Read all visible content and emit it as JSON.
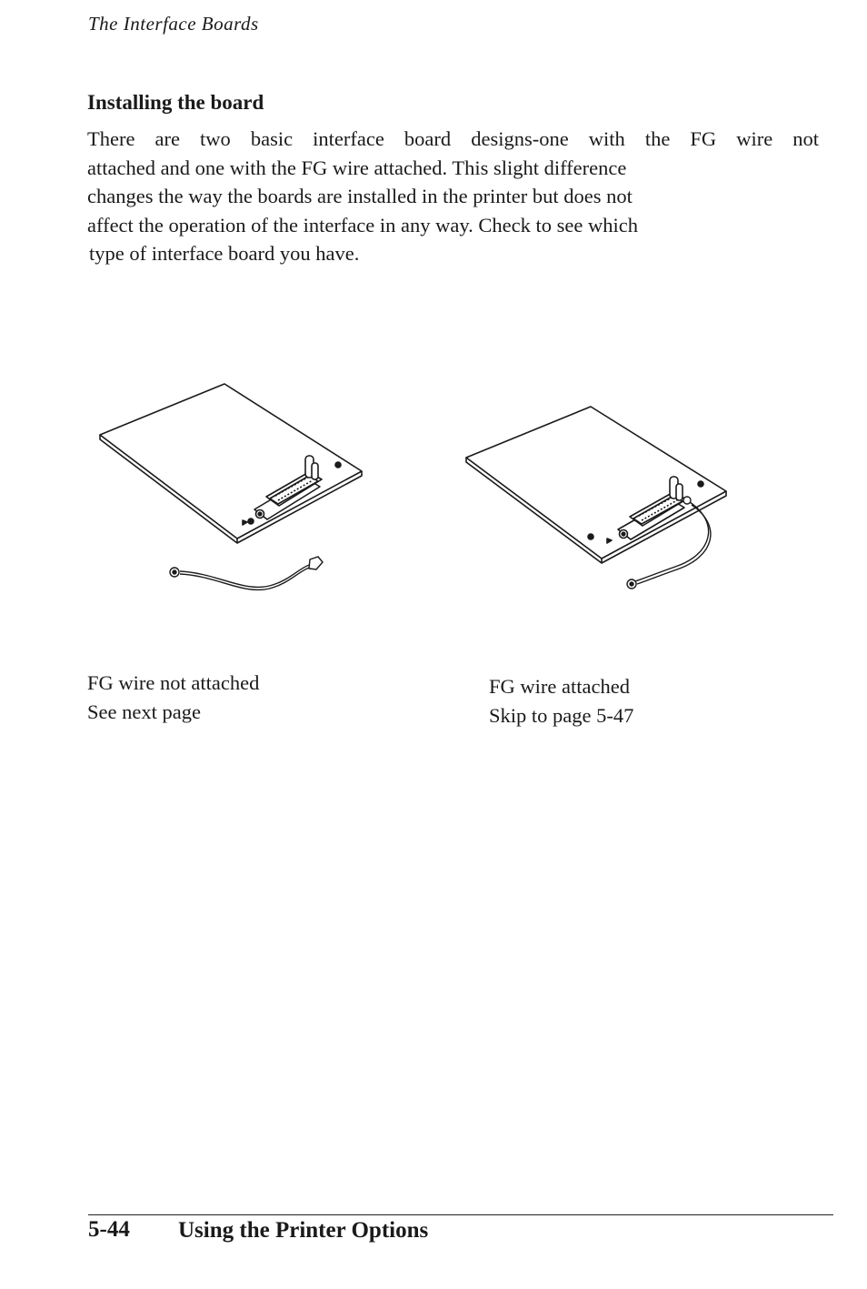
{
  "header": {
    "running_title": "The Interface Boards"
  },
  "section": {
    "heading": "Installing the board",
    "lines": [
      "There are two basic interface board designs-one with the FG wire not",
      "attached and one with the FG wire attached. This slight difference",
      "changes the way the boards are installed in the printer but does not",
      "affect the operation of the interface in any way. Check to see which",
      "type of interface board you have."
    ]
  },
  "figures": [
    {
      "caption_line1": "FG wire not attached",
      "caption_line2": "See next page"
    },
    {
      "caption_line1": "FG wire attached",
      "caption_line2": "Skip to page 5-47"
    }
  ],
  "footer": {
    "page_number": "5-44",
    "chapter_title": "Using the Printer Options"
  }
}
